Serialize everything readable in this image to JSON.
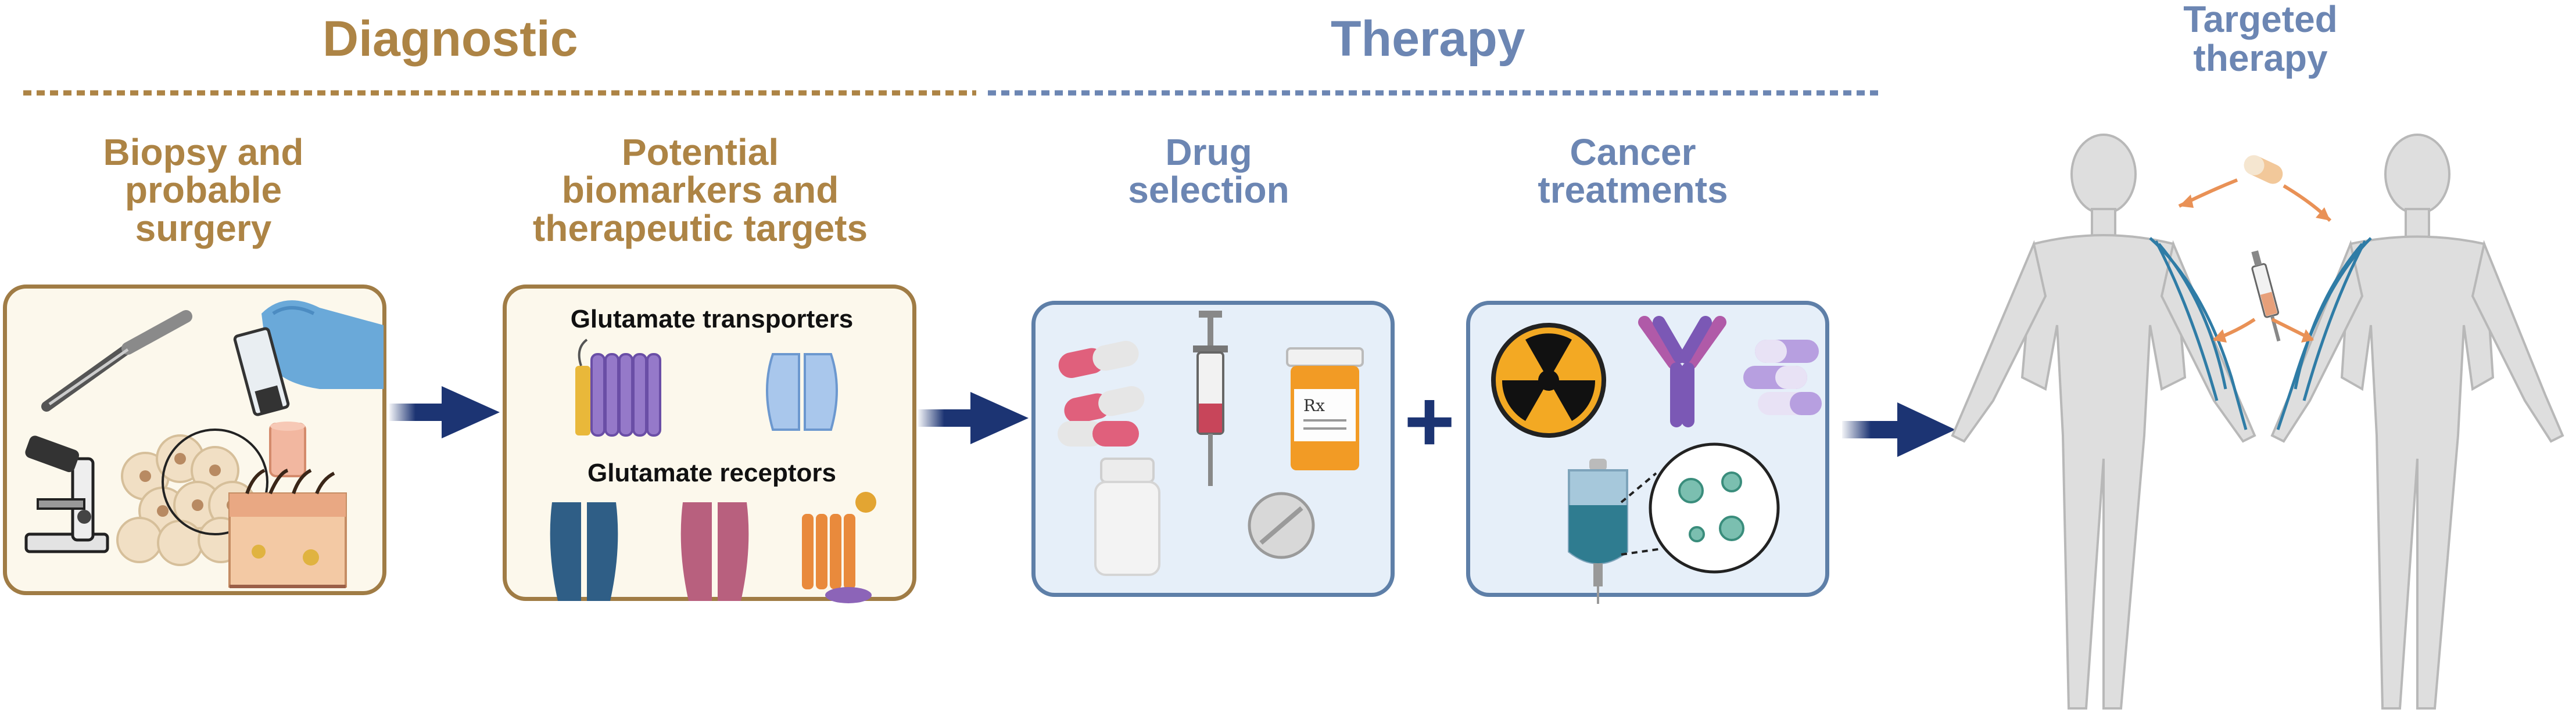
{
  "sections": {
    "diagnostic": "Diagnostic",
    "therapy": "Therapy",
    "targeted": [
      "Targeted",
      "therapy"
    ]
  },
  "steps": {
    "biopsy": [
      "Biopsy and",
      "probable",
      "surgery"
    ],
    "biomarkers": [
      "Potential",
      "biomarkers and",
      "therapeutic targets"
    ],
    "drug": [
      "Drug",
      "selection"
    ],
    "cancer": [
      "Cancer",
      "treatments"
    ]
  },
  "biomarker_panel": {
    "transporters": "Glutamate transporters",
    "receptors": "Glutamate receptors"
  },
  "connector_symbol": "+",
  "colors": {
    "diagnostic_brown": "#ad8445",
    "therapy_blue": "#6c86b3",
    "arrow_navy": "#1c3473",
    "panel_cream": "#fcf8ec",
    "panel_blue": "#e6eff9"
  },
  "icons": [
    "scalpel-icon",
    "gloved-hand-syringe-icon",
    "microscope-icon",
    "tissue-cells-icon",
    "skin-section-icon",
    "tissue-sample-icon",
    "transporter-protein-icon",
    "channel-protein-icon",
    "receptor-protein-icons",
    "capsule-icons",
    "syringe-icon",
    "pill-bottle-icon",
    "rx-bottle-icon",
    "tablet-icon",
    "radiation-icon",
    "antibody-icon",
    "iv-bag-icon",
    "virus-cells-icon",
    "human-body-icons",
    "pill-icon",
    "syringe-small-icon"
  ]
}
